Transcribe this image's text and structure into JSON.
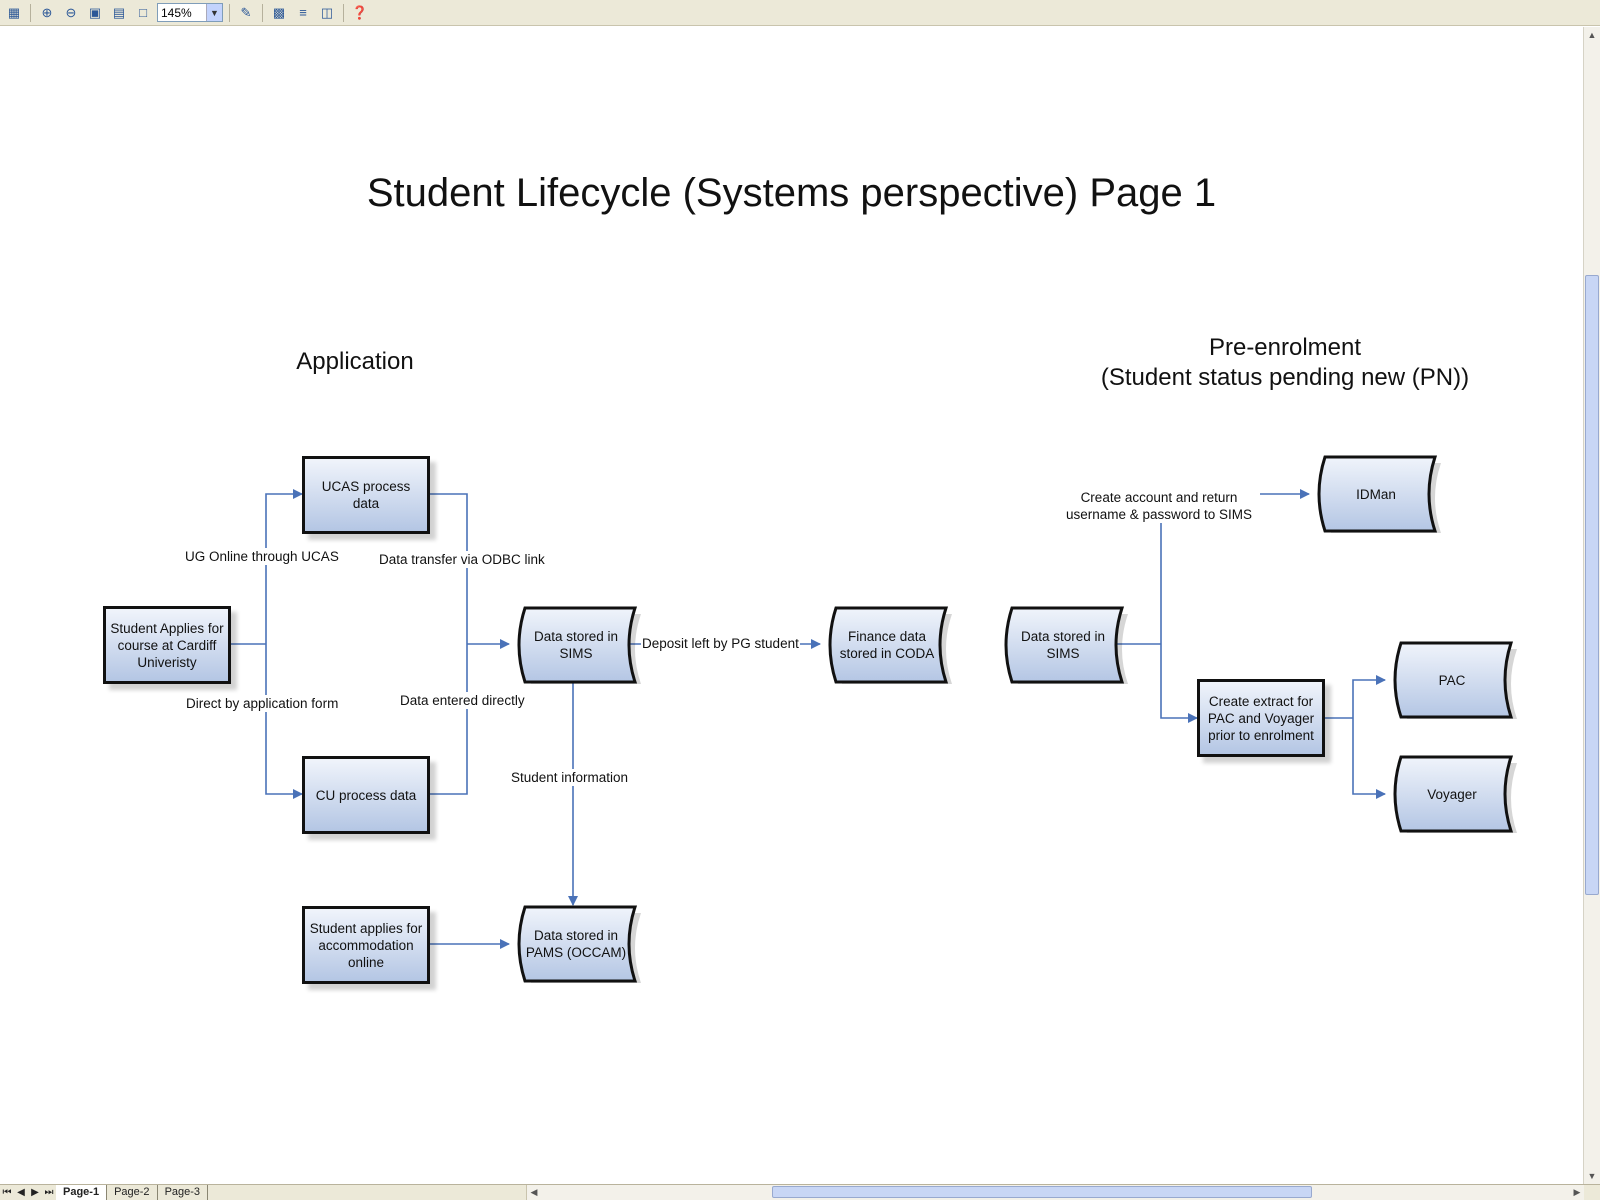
{
  "toolbar": {
    "zoom_value": "145%",
    "icons": [
      "visio-icon",
      "zoom-in-icon",
      "zoom-out-icon",
      "page-fit-icon",
      "page-width-icon",
      "page-icon",
      "properties-icon",
      "layers-icon",
      "stencil-icon",
      "grid-icon",
      "help-icon"
    ]
  },
  "diagram": {
    "title": "Student Lifecycle (Systems perspective) Page 1",
    "section_application": "Application",
    "section_preenrol_line1": "Pre-enrolment",
    "section_preenrol_line2": "(Student status pending new (PN))",
    "processes": {
      "student_applies": "Student Applies for course at Cardiff Univeristy",
      "ucas_process": "UCAS process data",
      "cu_process": "CU process data",
      "accommodation": "Student applies for accommodation online",
      "create_extract": "Create extract for PAC and Voyager prior to enrolment"
    },
    "stores": {
      "sims_1": "Data stored in SIMS",
      "coda": "Finance data stored in CODA",
      "pams": "Data stored in PAMS (OCCAM)",
      "sims_2": "Data stored in SIMS",
      "idman": "IDMan",
      "pac": "PAC",
      "voyager": "Voyager"
    },
    "edge_labels": {
      "ug_online": "UG Online through UCAS",
      "direct_form": "Direct by application form",
      "odbc": "Data transfer via ODBC link",
      "entered_directly": "Data entered directly",
      "deposit": "Deposit left by PG student",
      "student_info": "Student information",
      "create_account": "Create account and return username & password to SIMS"
    },
    "colors": {
      "connector": "#4a72b8",
      "box_border": "#111111",
      "box_fill_top": "#f0f4fb",
      "box_fill_bottom": "#b4c6e4"
    }
  },
  "status_bar": {
    "tabs": [
      "Page-1",
      "Page-2",
      "Page-3"
    ],
    "active_tab": "Page-1"
  }
}
